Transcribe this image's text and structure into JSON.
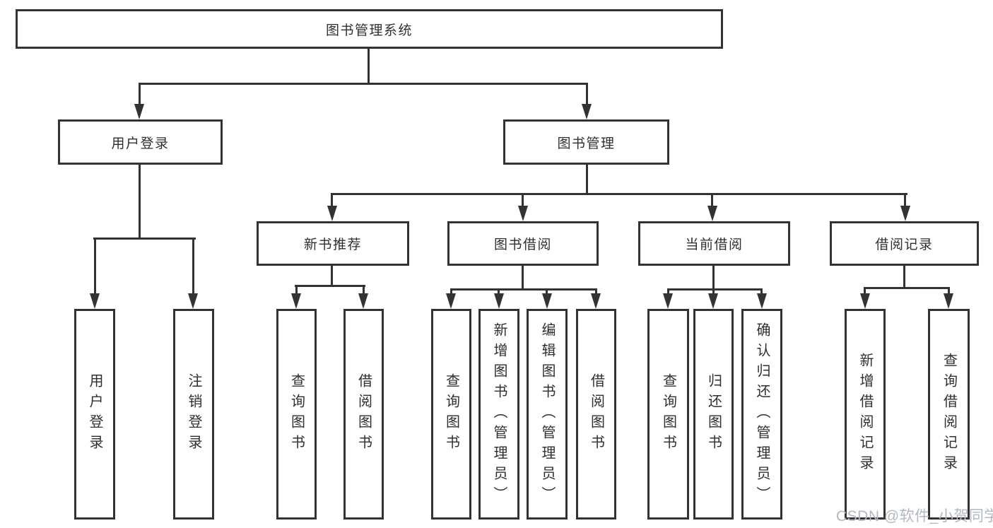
{
  "diagram_type": "hierarchy-flowchart",
  "tree": {
    "label": "图书管理系统",
    "children": [
      {
        "label": "用户登录",
        "children": [
          {
            "label": "用户登录"
          },
          {
            "label": "注销登录"
          }
        ]
      },
      {
        "label": "图书管理",
        "children": [
          {
            "label": "新书推荐",
            "children": [
              {
                "label": "查询图书"
              },
              {
                "label": "借阅图书"
              }
            ]
          },
          {
            "label": "图书借阅",
            "children": [
              {
                "label": "查询图书"
              },
              {
                "label": "新增图书（管理员）"
              },
              {
                "label": "编辑图书（管理员）"
              },
              {
                "label": "借阅图书"
              }
            ]
          },
          {
            "label": "当前借阅",
            "children": [
              {
                "label": "查询图书"
              },
              {
                "label": "归还图书"
              },
              {
                "label": "确认归还（管理员）"
              }
            ]
          },
          {
            "label": "借阅记录",
            "children": [
              {
                "label": "新增借阅记录"
              },
              {
                "label": "查询借阅记录"
              }
            ]
          }
        ]
      }
    ]
  },
  "watermark": {
    "text": "CSDN @软件_小贺同学"
  },
  "colors": {
    "line": "#333333",
    "box_border": "#333333",
    "box_background": "#ffffff",
    "text": "#2f2f2f",
    "watermark_text": "#b3b8bf",
    "page_background": "#ffffff"
  }
}
